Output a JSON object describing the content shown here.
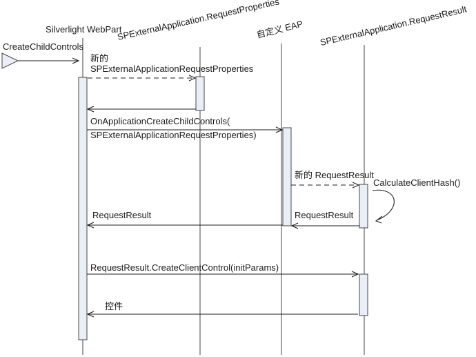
{
  "diagram": {
    "type": "uml-sequence-diagram",
    "lifelines": [
      {
        "name": "Silverlight WebPart"
      },
      {
        "name": "SPExternalApplication.RequestProperties"
      },
      {
        "name": "自定义 EAP"
      },
      {
        "name": "SPExternalApplication.RequestResult"
      }
    ],
    "labels": {
      "msg_create_child": "CreateChildControls",
      "msg_new_props_l1": "新的",
      "msg_new_props_l2": "SPExternalApplicationRequestProperties",
      "msg_on_app_l1": "OnApplicationCreateChildControls(",
      "msg_on_app_l2": "SPExternalApplicationRequestProperties)",
      "msg_new_result": "新的 RequestResult",
      "msg_calc_hash": "CalculateClientHash()",
      "msg_request_result_left": "RequestResult",
      "msg_request_result_right": "RequestResult",
      "msg_create_client": "RequestResult.CreateClientControl(initParams)",
      "msg_control": "控件"
    },
    "colors": {
      "activation_fill": "#e9eef7",
      "activation_border": "#454545",
      "lifeline": "#6e6e6e",
      "arrow": "#1c1c1c",
      "background": "#ffffff"
    }
  }
}
